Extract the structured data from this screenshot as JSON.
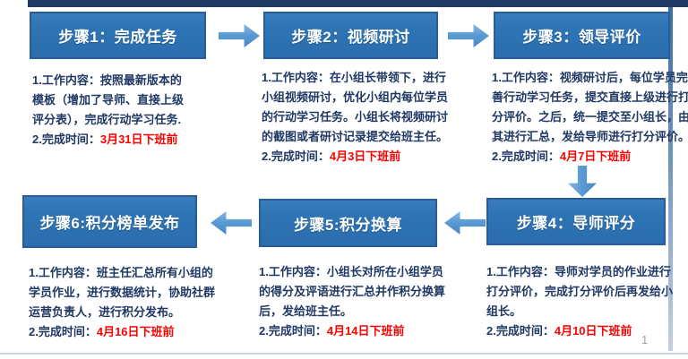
{
  "page_number": "1",
  "colors": {
    "top_bar": "#1F3864",
    "box_fill": "#2E75B6",
    "box_border": "#2A5D97",
    "arrow_fill": "#5B9BD5",
    "body_text": "#1F3864",
    "date_text": "#FF0000",
    "title_text": "#FFFFFF"
  },
  "steps": [
    {
      "title": "步骤1：完成任务",
      "content_lines": [
        "1.工作内容：按照最新版本的",
        "模板（增加了导师、直接上级",
        "评分表），完成行动学习任务."
      ],
      "time_label": "2.完成时间：",
      "time_value": "3月31日下班前"
    },
    {
      "title": "步骤2：视频研讨",
      "content_lines": [
        "1.工作内容：在小组长带领下，进行",
        "小组视频研讨，优化小组内每位学员",
        "的行动学习任务。小组长将视频研讨",
        "的截图或者研讨记录提交给班主任。"
      ],
      "time_label": "2.完成时间：",
      "time_value": "4月3日下班前"
    },
    {
      "title": "步骤3：领导评价",
      "content_lines": [
        "1.工作内容：视频研讨后，每位学员完",
        "善行动学习任务，提交直接上级进行打",
        "分评价。之后，统一提交至小组长，由",
        "其进行汇总，发给导师进行打分评价。"
      ],
      "time_label": "2.完成时间：",
      "time_value": "4月7日下班前"
    },
    {
      "title": "步骤4：导师评分",
      "content_lines": [
        "1.工作内容：导师对学员的作业进行",
        "打分评价，完成打分评价后再发给小",
        "组长。"
      ],
      "time_label": "2.完成时间：",
      "time_value": "4月10日下班前"
    },
    {
      "title": "步骤5:积分换算",
      "content_lines": [
        "1.工作内容：小组长对所在小组学员",
        "的得分及评语进行汇总并作积分换算",
        "后，发给班主任。"
      ],
      "time_label": "2.完成时间：",
      "time_value": "4月14日下班前"
    },
    {
      "title": "步骤6:积分榜单发布",
      "content_lines": [
        "1.工作内容：班主任汇总所有小组的",
        "学员作业，进行数据统计，协助社群",
        "运营负责人，进行积分发布。"
      ],
      "time_label": "2.完成时间：",
      "time_value": "4月16日下班前"
    }
  ]
}
